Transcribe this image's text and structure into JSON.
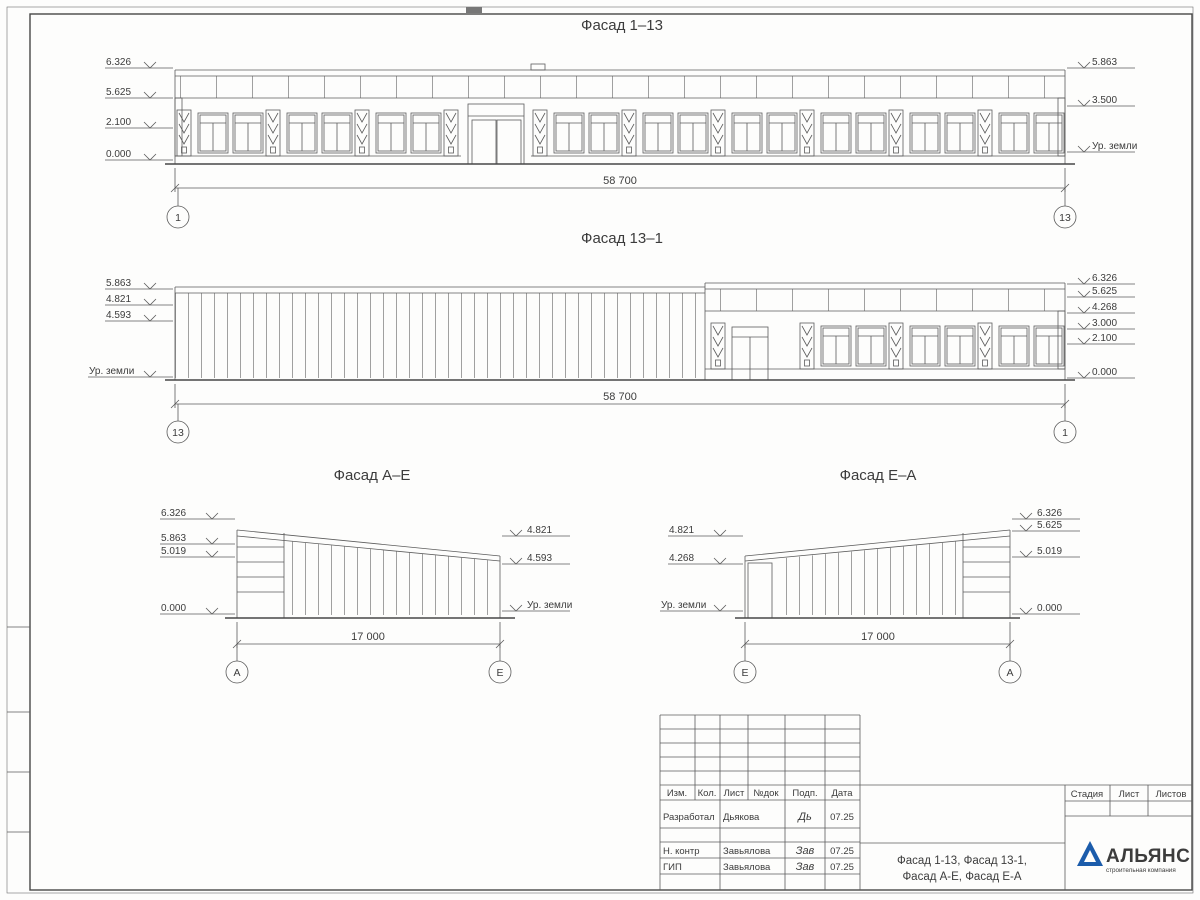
{
  "drawing": {
    "facades": [
      {
        "title": "Фасад 1–13",
        "dim": "58 700",
        "grid_left": "1",
        "grid_right": "13",
        "marks_left": [
          "6.326",
          "5.625",
          "2.100",
          "0.000"
        ],
        "marks_right": [
          "5.863",
          "3.500",
          "Ур. земли"
        ]
      },
      {
        "title": "Фасад 13–1",
        "dim": "58 700",
        "grid_left": "13",
        "grid_right": "1",
        "marks_left": [
          "5.863",
          "4.821",
          "4.593",
          "Ур. земли"
        ],
        "marks_right": [
          "6.326",
          "5.625",
          "4.268",
          "3.000",
          "2.100",
          "0.000"
        ]
      },
      {
        "title": "Фасад А–Е",
        "dim": "17 000",
        "grid_left": "А",
        "grid_right": "Е",
        "marks_left": [
          "6.326",
          "5.863",
          "5.019",
          "0.000"
        ],
        "marks_right": [
          "4.821",
          "4.593",
          "Ур. земли"
        ]
      },
      {
        "title": "Фасад Е–А",
        "dim": "17 000",
        "grid_left": "Е",
        "grid_right": "А",
        "marks_left": [
          "4.821",
          "4.268",
          "Ур. земли"
        ],
        "marks_right": [
          "6.326",
          "5.625",
          "5.019",
          "0.000"
        ]
      }
    ]
  },
  "titleblock": {
    "headers": {
      "izm": "Изм.",
      "kol": "Кол.",
      "list": "Лист",
      "ndok": "№док",
      "podp": "Подп.",
      "data": "Дата"
    },
    "rows": [
      {
        "role": "Разработал",
        "name": "Дьякова",
        "sig": "Дь",
        "date": "07.25"
      },
      {
        "role": "Н. контр",
        "name": "Завьялова",
        "sig": "Зав",
        "date": "07.25"
      },
      {
        "role": "ГИП",
        "name": "Завьялова",
        "sig": "Зав",
        "date": "07.25"
      }
    ],
    "doc_title_line1": "Фасад 1-13, Фасад 13-1,",
    "doc_title_line2": "Фасад А-Е, Фасад Е-А",
    "stage": {
      "stadia": "Стадия",
      "list": "Лист",
      "listov": "Листов"
    },
    "company": {
      "name": "АЛЬЯНС",
      "tagline": "строительная компания",
      "color": "#1b5cab"
    }
  }
}
